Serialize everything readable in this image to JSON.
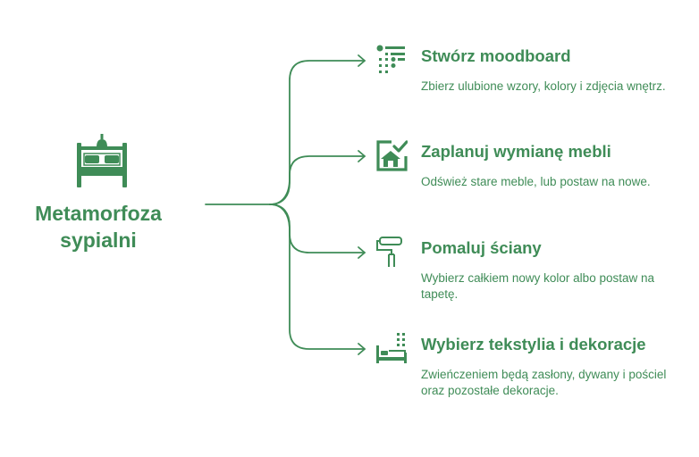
{
  "hub": {
    "icon": "bed-with-lamp-icon",
    "title": "Metamorfoza sypialni"
  },
  "steps": [
    {
      "icon": "moodboard-list-icon",
      "title": "Stwórz moodboard",
      "description": "Zbierz ulubione wzory, kolory i zdjęcia wnętrz."
    },
    {
      "icon": "house-plan-check-icon",
      "title": "Zaplanuj wymianę mebli",
      "description": "Odśwież stare meble, lub postaw na nowe."
    },
    {
      "icon": "paint-roller-icon",
      "title": "Pomaluj ściany",
      "description": "Wybierz całkiem nowy kolor albo postaw na tapetę."
    },
    {
      "icon": "bed-textiles-icon",
      "title": "Wybierz tekstylia i dekoracje",
      "description": "Zwieńczeniem będą zasłony, dywany i pościel oraz pozostałe dekoracje."
    }
  ],
  "colors": {
    "accent": "#3f8c57"
  }
}
